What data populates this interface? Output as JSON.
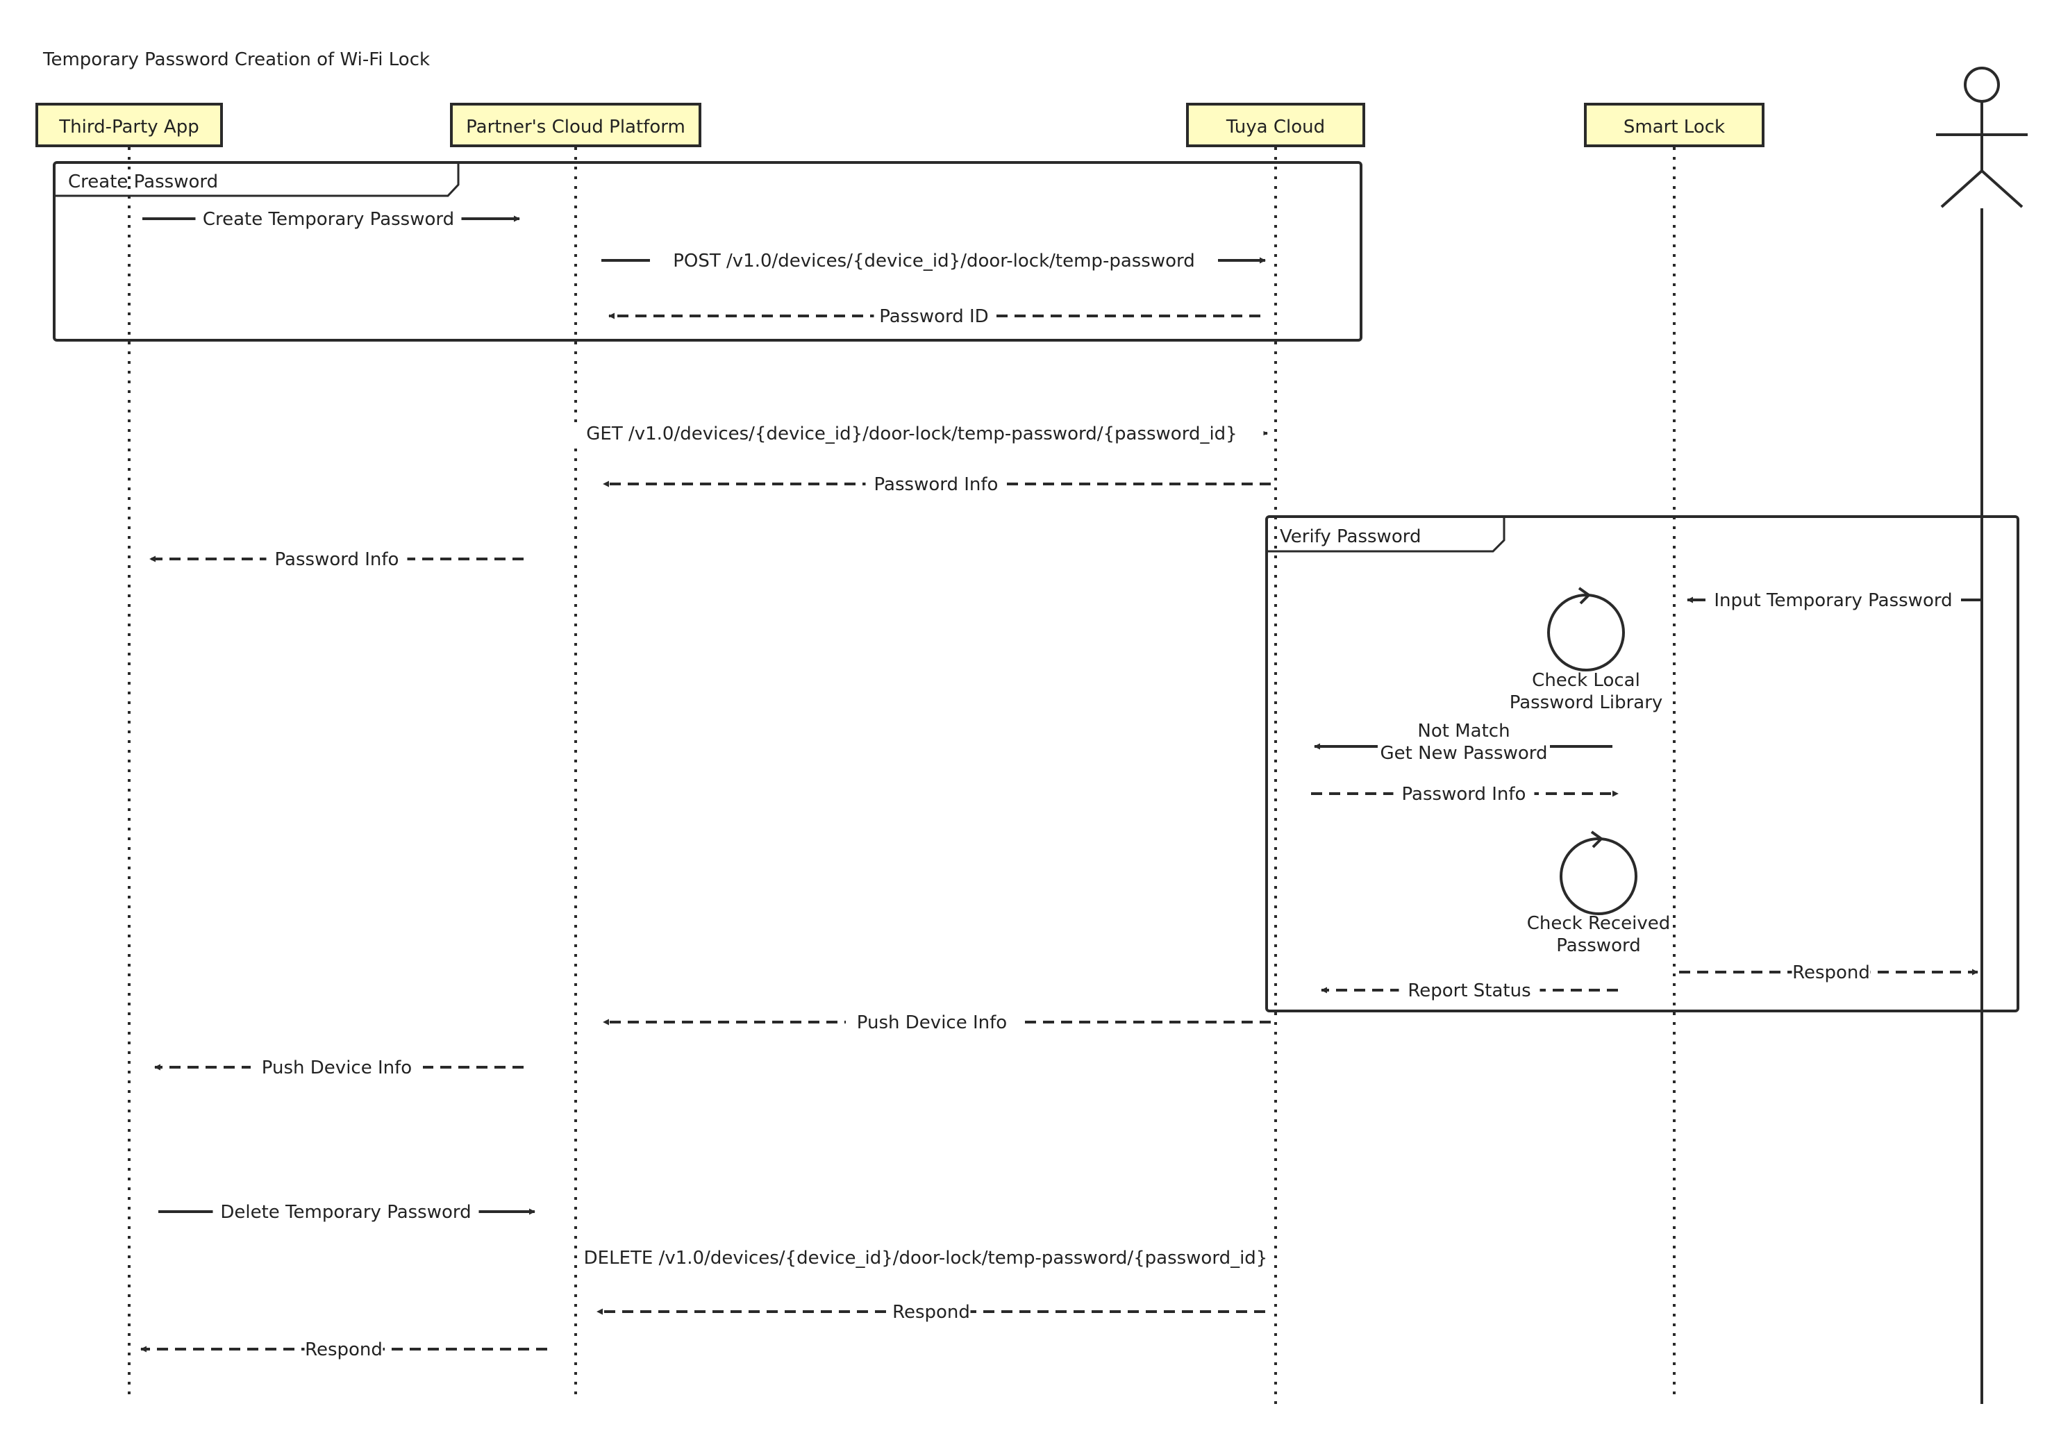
{
  "title": "Temporary Password Creation of Wi-Fi Lock",
  "participants": [
    {
      "id": "app",
      "label": "Third-Party App"
    },
    {
      "id": "partner",
      "label": "Partner's Cloud Platform"
    },
    {
      "id": "tuya",
      "label": "Tuya Cloud"
    },
    {
      "id": "lock",
      "label": "Smart Lock"
    },
    {
      "id": "user",
      "label": "",
      "kind": "actor"
    }
  ],
  "frames": [
    {
      "id": "create",
      "label": "Create Password"
    },
    {
      "id": "verify",
      "label": "Verify Password"
    }
  ],
  "messages": [
    {
      "from": "app",
      "to": "partner",
      "label": "Create Temporary Password",
      "style": "solid"
    },
    {
      "from": "partner",
      "to": "tuya",
      "label": "POST /v1.0/devices/{device_id}/door-lock/temp-password",
      "style": "solid"
    },
    {
      "from": "tuya",
      "to": "partner",
      "label": "Password ID",
      "style": "dashed"
    },
    {
      "from": "partner",
      "to": "tuya",
      "label": "GET /v1.0/devices/{device_id}/door-lock/temp-password/{password_id}",
      "style": "solid"
    },
    {
      "from": "tuya",
      "to": "partner",
      "label": "Password Info",
      "style": "dashed"
    },
    {
      "from": "partner",
      "to": "app",
      "label": "Password Info",
      "style": "dashed"
    },
    {
      "from": "user",
      "to": "lock",
      "label": "Input Temporary Password",
      "style": "solid"
    },
    {
      "from": "lock",
      "to": "tuya",
      "label": "Not Match\nGet New Password",
      "style": "solid"
    },
    {
      "from": "tuya",
      "to": "lock",
      "label": "Password Info",
      "style": "dashed"
    },
    {
      "from": "lock",
      "to": "user",
      "label": "Respond",
      "style": "dashed"
    },
    {
      "from": "lock",
      "to": "tuya",
      "label": "Report Status",
      "style": "dashed"
    },
    {
      "from": "tuya",
      "to": "partner",
      "label": "Push Device Info",
      "style": "dashed"
    },
    {
      "from": "partner",
      "to": "app",
      "label": "Push Device Info",
      "style": "dashed"
    },
    {
      "from": "app",
      "to": "partner",
      "label": "Delete Temporary Password",
      "style": "solid"
    },
    {
      "from": "partner",
      "to": "tuya",
      "label": "DELETE /v1.0/devices/{device_id}/door-lock/temp-password/{password_id}",
      "style": "solid"
    },
    {
      "from": "tuya",
      "to": "partner",
      "label": "Respond",
      "style": "dashed"
    },
    {
      "from": "partner",
      "to": "app",
      "label": "Respond",
      "style": "dashed"
    }
  ],
  "self_calls": [
    {
      "on": "lock",
      "label": "Check Local\nPassword Library"
    },
    {
      "on": "lock",
      "label": "Check Received\nPassword"
    }
  ],
  "colors": {
    "participant_fill": "#fffcc2",
    "line": "#2a2a2a",
    "text": "#222222",
    "background": "#ffffff"
  }
}
